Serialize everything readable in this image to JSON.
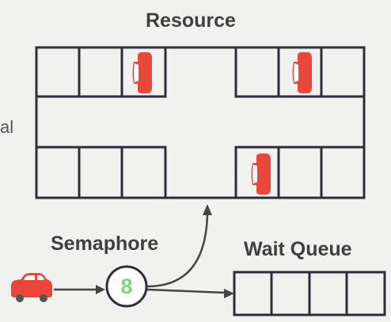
{
  "resource": {
    "title": "Resource",
    "top_row_left": [
      "empty",
      "empty",
      "car"
    ],
    "top_row_right": [
      "empty",
      "car",
      "empty"
    ],
    "bottom_row_left": [
      "empty",
      "empty",
      "empty"
    ],
    "bottom_row_right": [
      "car",
      "empty",
      "empty"
    ]
  },
  "semaphore": {
    "label": "Semaphore",
    "count": "8"
  },
  "wait_queue": {
    "label": "Wait Queue",
    "slots": 4
  },
  "edge_fragment": "al",
  "colors": {
    "car_body": "#e8473a",
    "car_window": "#ffffff",
    "wheel": "#9a9a9a",
    "line": "#2e2e3a",
    "counter_text": "#7bd87a",
    "text": "#3f3f3f",
    "background": "#f1f1ef"
  }
}
